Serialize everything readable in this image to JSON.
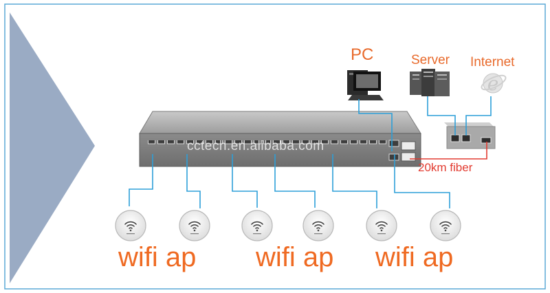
{
  "labels": {
    "pc": "PC",
    "server": "Server",
    "internet": "Internet",
    "fiber": "20km fiber",
    "wifi_ap": [
      "wifi ap",
      "wifi ap",
      "wifi ap"
    ],
    "watermark": "cctech.en.alibaba.com"
  },
  "colors": {
    "frame": "#5aa9d6",
    "arrow": "#9aabc4",
    "link": "#2d9fd8",
    "fiber": "#e23b30",
    "label_orange": "#e8692a",
    "switch_body": "#8e8e8e"
  },
  "icons": [
    "pc-icon",
    "server-icon",
    "internet-explorer-icon",
    "media-converter-icon",
    "switch-icon",
    "wifi-icon"
  ]
}
